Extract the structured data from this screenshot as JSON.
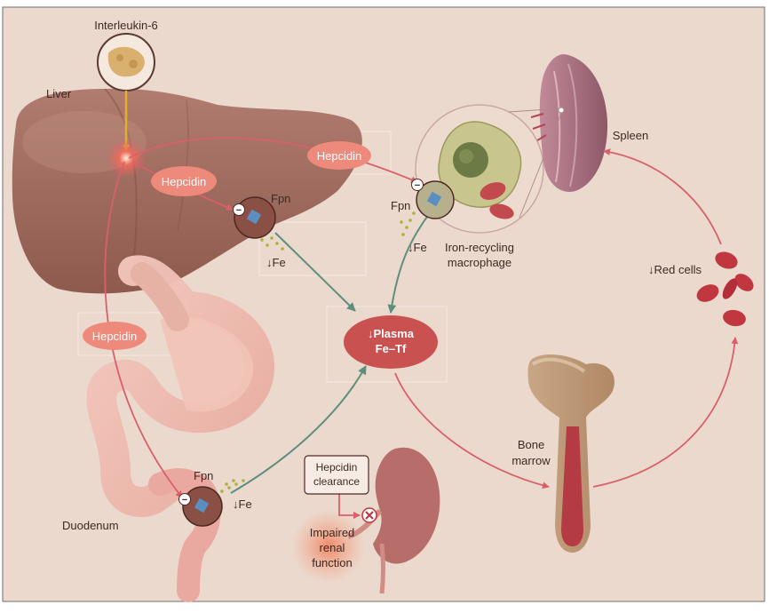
{
  "labels": {
    "interleukin": "Interleukin-6",
    "liver": "Liver",
    "spleen": "Spleen",
    "duodenum": "Duodenum",
    "hepcidin_liver": "Hepcidin",
    "hepcidin_top": "Hepcidin",
    "hepcidin_left": "Hepcidin",
    "fpn_liver": "Fpn",
    "fpn_macrophage": "Fpn",
    "fpn_duodenum": "Fpn",
    "fe_liver": "↓Fe",
    "fe_macrophage": "↓Fe",
    "fe_duodenum": "↓Fe",
    "macrophage_line1": "Iron-recycling",
    "macrophage_line2": "macrophage",
    "plasma_line1": "↓Plasma",
    "plasma_line2": "Fe–Tf",
    "red_cells": "↓Red cells",
    "bone_line1": "Bone",
    "bone_line2": "marrow",
    "clearance_line1": "Hepcidin",
    "clearance_line2": "clearance",
    "renal_line1": "Impaired",
    "renal_line2": "renal",
    "renal_line3": "function",
    "minus": "−"
  },
  "colors": {
    "background": "#ecd9cd",
    "hepcidin_pill": "#ee8a7c",
    "plasma_ellipse": "#c9514f",
    "red_arrow": "#d9606a",
    "green_arrow": "#5e8f7e",
    "label_text": "#3b2a24"
  }
}
